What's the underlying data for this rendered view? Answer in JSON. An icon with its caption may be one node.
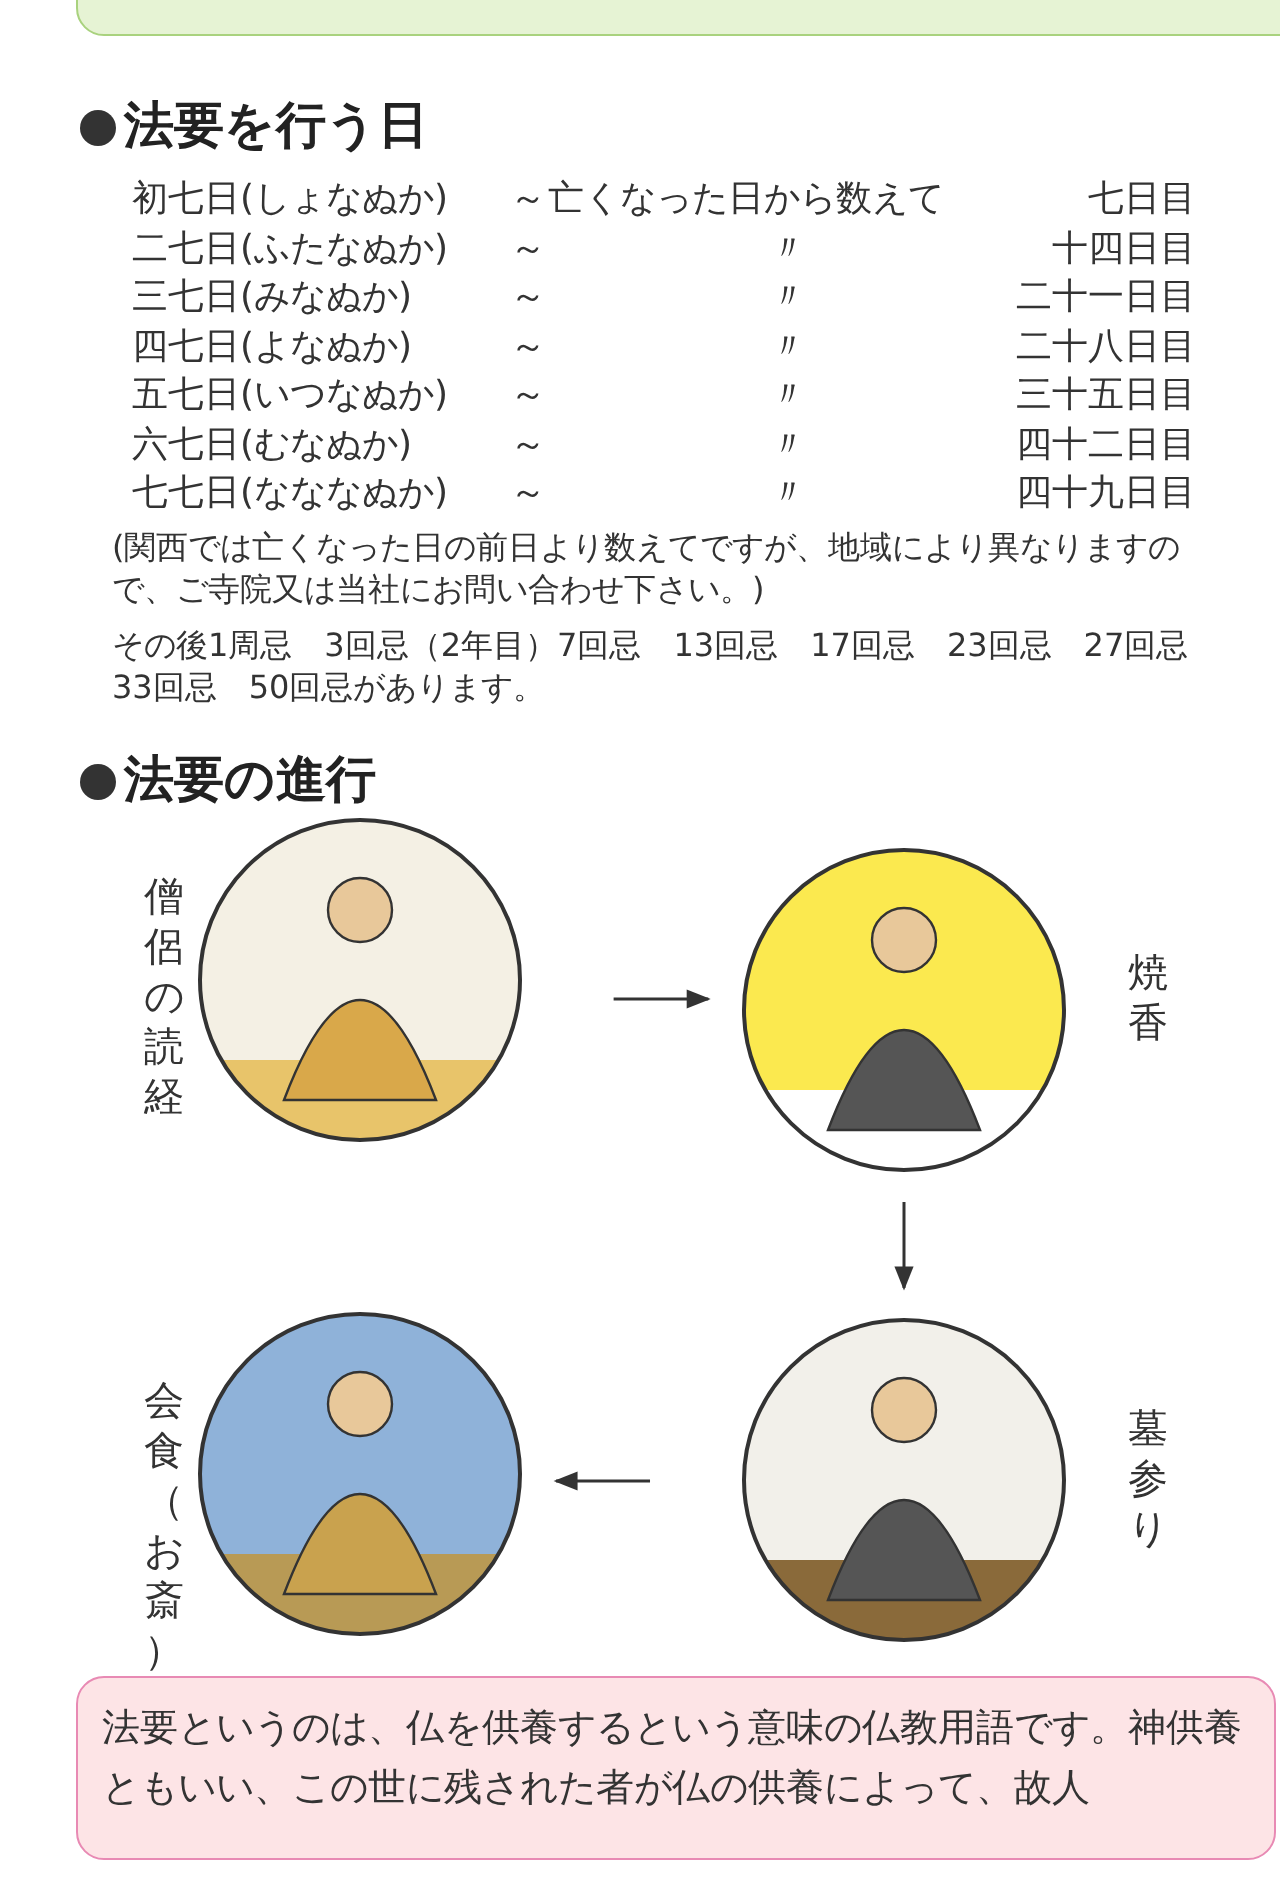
{
  "diagram": {
    "nodes": [
      {
        "text": [],
        "shape": "picture",
        "beside": [
          "僧侶の読経"
        ]
      },
      {
        "text": [],
        "shape": "picture",
        "beside": [
          "焼香"
        ]
      },
      {
        "text": [],
        "shape": "picture",
        "beside": [
          "会食（お斎）"
        ]
      },
      {
        "text": [],
        "shape": "picture",
        "beside": [
          "墓参り"
        ]
      },
      {
        "text": [
          "法要というのは、仏を供養するという意味の仏教用語です。神供養ともいい、この世に残された者が仏の供養によって、故人"
        ]
      }
    ],
    "edges": [
      {
        "from": 0,
        "to": 1,
        "arrow": "to"
      },
      {
        "from": 1,
        "to": 3,
        "arrow": "to"
      },
      {
        "from": 3,
        "to": 2,
        "arrow": "to"
      }
    ],
    "labels": [
      "法要を行う日",
      "初七日(しょなぬか)",
      "～",
      "亡くなった日から数えて",
      "七日目",
      "二七日(ふたなぬか)",
      "～",
      "〃",
      "十四日目",
      "三七日(みなぬか)",
      "～",
      "〃",
      "二十一日目",
      "四七日(よなぬか)",
      "～",
      "〃",
      "二十八日目",
      "五七日(いつなぬか)",
      "～",
      "〃",
      "三十五日目",
      "六七日(むなぬか)",
      "～",
      "〃",
      "四十二日目",
      "七七日(なななぬか)",
      "～",
      "〃",
      "四十九日目",
      "(関西では亡くなった日の前日より数えてですが、地域により異なりますので、ご寺院又は当社にお問い合わせ下さい。)",
      "その後1周忌　3回忌（2年目）7回忌　13回忌　17回忌　23回忌　27回忌　33回忌　50回忌があります。",
      "法要の進行"
    ]
  }
}
